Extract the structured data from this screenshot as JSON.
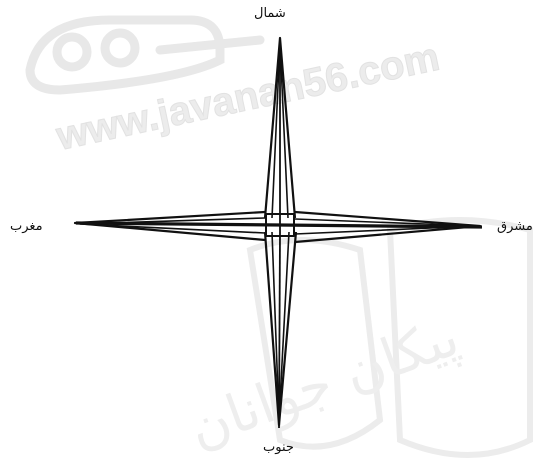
{
  "compass": {
    "north": "شمال",
    "south": "جنوب",
    "east": "مشرق",
    "west": "مغرب"
  },
  "watermark": {
    "url_text": "www.javanan56.com",
    "persian_text": "پیکان جوانان"
  },
  "colors": {
    "ink": "#111111",
    "watermark": "#e6e6e6",
    "background": "#ffffff"
  }
}
